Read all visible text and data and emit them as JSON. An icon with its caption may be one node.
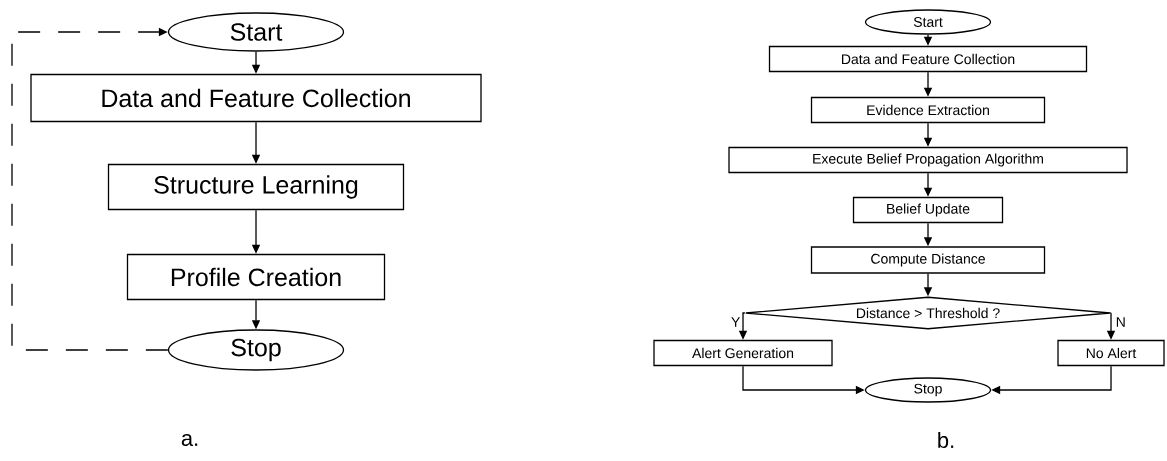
{
  "diagram": {
    "nodes": [
      {
        "text": [
          "Start"
        ]
      },
      {
        "text": [
          "Data and Feature Collection"
        ]
      },
      {
        "text": [
          "Structure Learning"
        ]
      },
      {
        "text": [
          "Profile Creation"
        ]
      },
      {
        "text": [
          "Stop"
        ]
      },
      {
        "text": [
          "Start"
        ]
      },
      {
        "text": [
          "Data and Feature Collection"
        ]
      },
      {
        "text": [
          "Evidence Extraction"
        ]
      },
      {
        "text": [
          "Execute Belief Propagation Algorithm"
        ]
      },
      {
        "text": [
          "Belief Update"
        ]
      },
      {
        "text": [
          "Compute Distance"
        ]
      },
      {
        "text": [
          "Distance > Threshold ?"
        ]
      },
      {
        "text": [
          "Alert Generation"
        ]
      },
      {
        "text": [
          "No Alert"
        ]
      },
      {
        "text": [
          "Stop"
        ]
      }
    ],
    "edges": [
      {
        "from": 0,
        "to": 1,
        "arrow": "to"
      },
      {
        "from": 1,
        "to": 2,
        "arrow": "to"
      },
      {
        "from": 2,
        "to": 3,
        "arrow": "to"
      },
      {
        "from": 3,
        "to": 4,
        "arrow": "to"
      },
      {
        "from": 4,
        "to": 0,
        "arrow": "to",
        "style": "dashed"
      },
      {
        "from": 5,
        "to": 6,
        "arrow": "to"
      },
      {
        "from": 6,
        "to": 7,
        "arrow": "to"
      },
      {
        "from": 7,
        "to": 8,
        "arrow": "to"
      },
      {
        "from": 8,
        "to": 9,
        "arrow": "to"
      },
      {
        "from": 9,
        "to": 10,
        "arrow": "to"
      },
      {
        "from": 10,
        "to": 11,
        "arrow": "to"
      },
      {
        "from": 11,
        "to": 12,
        "arrow": "to",
        "label": "Y"
      },
      {
        "from": 11,
        "to": 13,
        "arrow": "to",
        "label": "N"
      },
      {
        "from": 12,
        "to": 14,
        "arrow": "to"
      },
      {
        "from": 13,
        "to": 14,
        "arrow": "to"
      }
    ],
    "labels": [
      "a.",
      "b."
    ]
  }
}
